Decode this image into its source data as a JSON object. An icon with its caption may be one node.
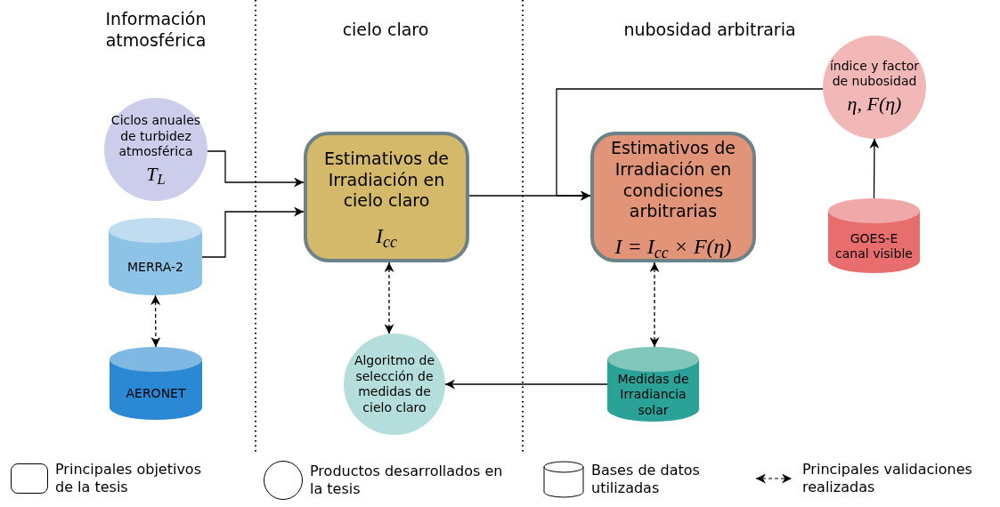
{
  "diagram": {
    "nodes": [
      {
        "text": [
          "Ciclos anuales de turbidez atmosférica",
          "T$_{L}$"
        ]
      },
      {
        "text": [
          "MERRA-2"
        ]
      },
      {
        "text": [
          "AERONET"
        ]
      },
      {
        "text": [
          "Estimativos de Irradiación en cielo claro",
          "I$_{cc}$"
        ]
      },
      {
        "text": [
          "Algoritmo de selección de medidas de cielo claro"
        ]
      },
      {
        "text": [
          "Estimativos de Irradiación en condiciones arbitrarias",
          "I = I$_{cc}$ × F(η)"
        ]
      },
      {
        "text": [
          "índice y factor de nubosidad",
          "η, F(η)"
        ]
      },
      {
        "text": [
          "GOES-E canal visible"
        ]
      },
      {
        "text": [
          "Medidas de Irradiancia solar"
        ]
      }
    ],
    "edges": [
      {
        "from": 0,
        "to": 3,
        "arrow": "to"
      },
      {
        "from": 1,
        "to": 3,
        "arrow": "to"
      },
      {
        "from": 1,
        "to": 2,
        "arrow": "both",
        "style": "dashed"
      },
      {
        "from": 3,
        "to": 4,
        "arrow": "both",
        "style": "dashed"
      },
      {
        "from": 3,
        "to": 5,
        "arrow": "to"
      },
      {
        "from": 6,
        "to": 5,
        "arrow": "to"
      },
      {
        "from": 7,
        "to": 6,
        "arrow": "to"
      },
      {
        "from": 5,
        "to": 8,
        "arrow": "both",
        "style": "dashed"
      },
      {
        "from": 8,
        "to": 4,
        "arrow": "to"
      }
    ],
    "labels": [
      "Información atmosférica",
      "cielo claro",
      "nubosidad arbitraria"
    ],
    "legend": [
      {
        "text": "Principales objetivos de la tesis"
      },
      {
        "text": "Productos desarrollados en la tesis"
      },
      {
        "text": "Bases de datos utilizadas"
      },
      {
        "text": "Principales validaciones realizadas"
      }
    ]
  }
}
